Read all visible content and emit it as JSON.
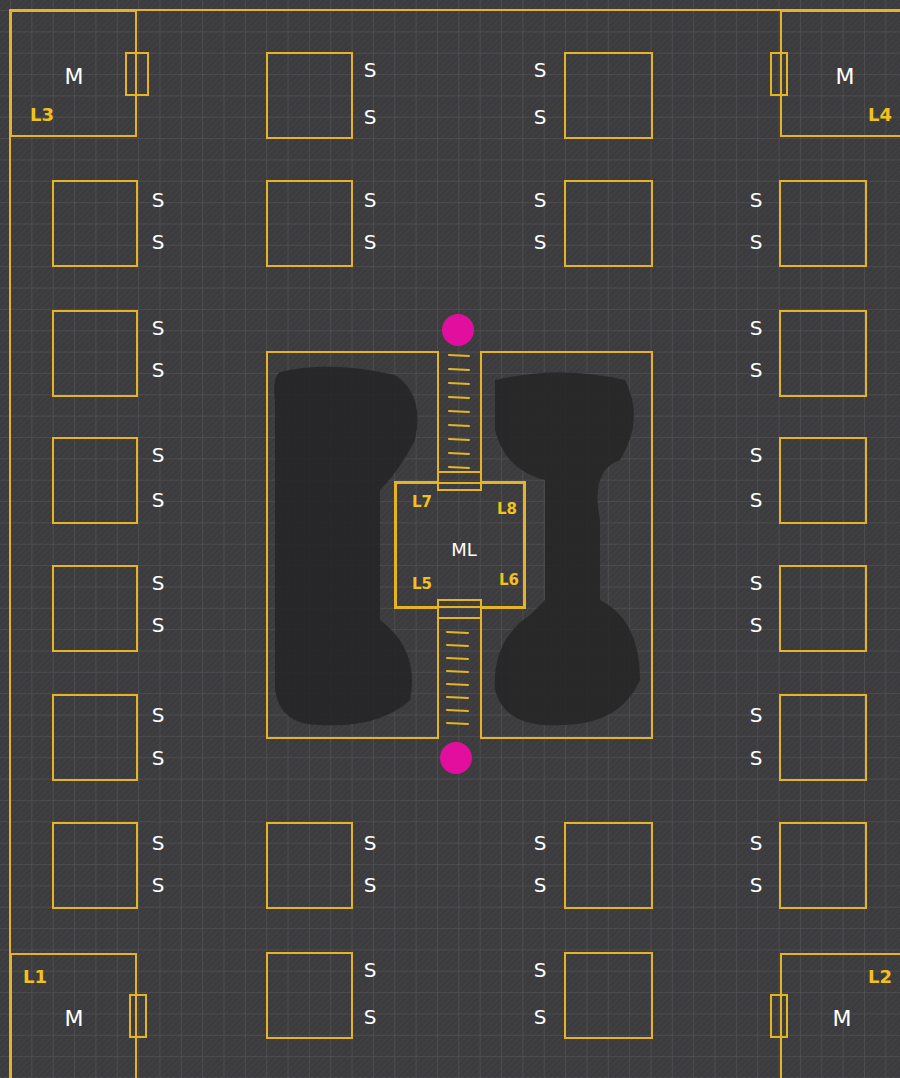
{
  "diagram": {
    "nodes": [
      {
        "text": [
          "M",
          "L3"
        ]
      },
      {
        "text": [
          "M",
          "L4"
        ]
      },
      {
        "text": [
          "L7",
          "L8",
          "ML",
          "L5",
          "L6"
        ]
      },
      {
        "text": [
          "L1",
          "M"
        ]
      },
      {
        "text": [
          "L2",
          "M"
        ]
      }
    ],
    "labels": [
      "S",
      "S",
      "S",
      "S",
      "S",
      "S",
      "S",
      "S",
      "S",
      "S",
      "S",
      "S",
      "S",
      "S",
      "S",
      "S",
      "S",
      "S",
      "S",
      "S",
      "S",
      "S",
      "S",
      "S",
      "S",
      "S",
      "S",
      "S",
      "S",
      "S",
      "S",
      "S",
      "S",
      "S",
      "S",
      "S",
      "S",
      "S",
      "S",
      "S"
    ]
  }
}
